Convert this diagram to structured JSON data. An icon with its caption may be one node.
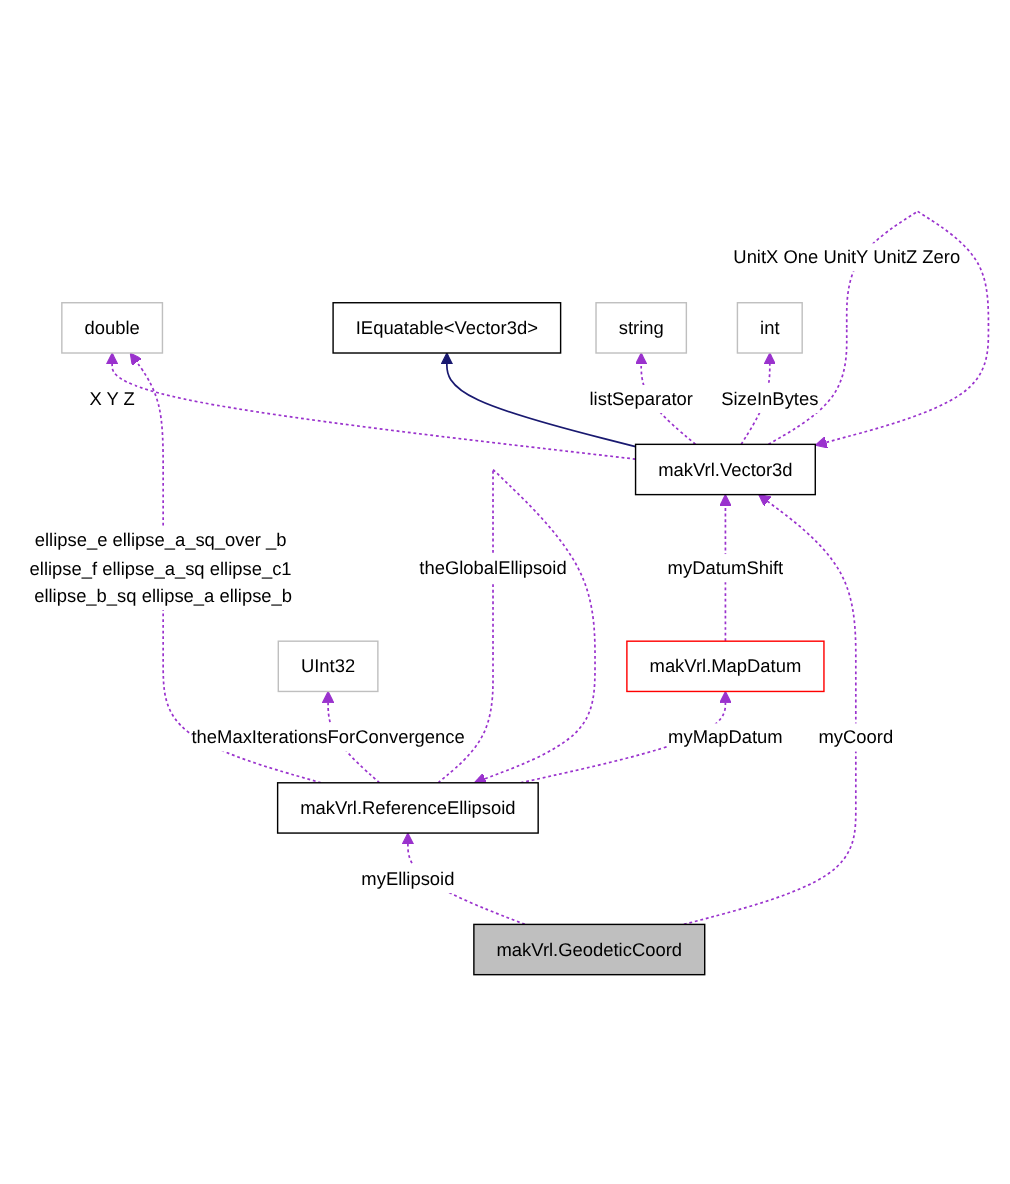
{
  "diagram": {
    "nodes": [
      {
        "text": [
          "double"
        ]
      },
      {
        "text": [
          "IEquatable<Vector3d>"
        ]
      },
      {
        "text": [
          "string"
        ]
      },
      {
        "text": [
          "int"
        ]
      },
      {
        "text": [
          "makVrl.Vector3d"
        ]
      },
      {
        "text": [
          "makVrl.MapDatum"
        ]
      },
      {
        "text": [
          "UInt32"
        ]
      },
      {
        "text": [
          "makVrl.ReferenceEllipsoid"
        ]
      },
      {
        "text": [
          "makVrl.GeodeticCoord"
        ]
      }
    ],
    "edges": [
      {
        "from": 4,
        "to": 1,
        "arrow": "to",
        "color": "#191970"
      },
      {
        "from": 4,
        "to": 0,
        "arrow": "to",
        "style": "dashed",
        "label": "X Y Z"
      },
      {
        "from": 4,
        "to": 2,
        "arrow": "to",
        "style": "dashed",
        "label": "listSeparator"
      },
      {
        "from": 4,
        "to": 3,
        "arrow": "to",
        "style": "dashed",
        "label": "SizeInBytes"
      },
      {
        "from": 4,
        "to": 4,
        "arrow": "to",
        "style": "dashed",
        "label": "UnitX One UnitY UnitZ Zero"
      },
      {
        "from": 5,
        "to": 4,
        "arrow": "to",
        "style": "dashed",
        "label": "myDatumShift"
      },
      {
        "from": 8,
        "to": 4,
        "arrow": "to",
        "style": "dashed",
        "label": "myCoord"
      },
      {
        "from": 7,
        "to": 0,
        "arrow": "to",
        "style": "dashed",
        "label": "ellipse_e ellipse_a_sq_over _b ellipse_f ellipse_a_sq ellipse_c1 ellipse_b_sq ellipse_a ellipse_b"
      },
      {
        "from": 7,
        "to": 5,
        "arrow": "to",
        "style": "dashed",
        "label": "myMapDatum"
      },
      {
        "from": 7,
        "to": 6,
        "arrow": "to",
        "style": "dashed",
        "label": "theMaxIterationsForConvergence"
      },
      {
        "from": 7,
        "to": 7,
        "arrow": "to",
        "style": "dashed",
        "label": "theGlobalEllipsoid"
      },
      {
        "from": 8,
        "to": 7,
        "arrow": "to",
        "style": "dashed",
        "label": "myEllipsoid"
      }
    ]
  }
}
